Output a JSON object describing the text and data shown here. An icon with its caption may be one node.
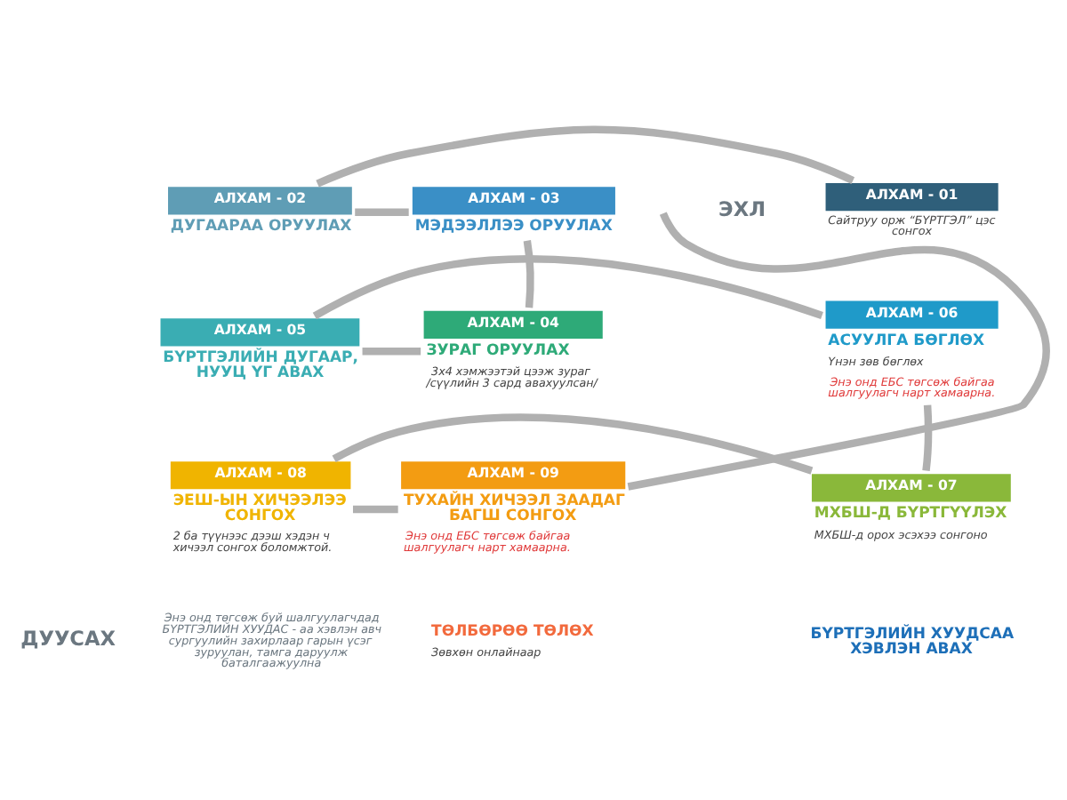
{
  "diagram": {
    "nodes": [
      {
        "text": [
          "АЛХАМ - 01",
          "Сайтруу орж “БҮРТГЭЛ” цэс сонгох"
        ]
      },
      {
        "text": [
          "АЛХАМ - 02",
          "ДУГААРАА ОРУУЛАХ"
        ]
      },
      {
        "text": [
          "АЛХАМ - 03",
          "МЭДЭЭЛЛЭЭ ОРУУЛАХ"
        ]
      },
      {
        "text": [
          "АЛХАМ - 04",
          "ЗУРАГ ОРУУЛАХ",
          "3х4 хэмжээтэй цээж зураг /сүүлийн 3 сард авахуулсан/"
        ]
      },
      {
        "text": [
          "АЛХАМ - 05",
          "БҮРТГЭЛИЙН ДУГААР, НУУЦ ҮГ АВАХ"
        ]
      },
      {
        "text": [
          "АЛХАМ - 06",
          "АСУУЛГА БӨГЛӨХ",
          "Үнэн зөв бөглөх",
          "Энэ онд ЕБС төгсөж байгаа шалгуулагч нарт хамаарна."
        ]
      },
      {
        "text": [
          "АЛХАМ - 07",
          "МХБШ-Д БҮРТГҮҮЛЭХ",
          "МХБШ-д орох эсэхээ сонгоно"
        ]
      },
      {
        "text": [
          "АЛХАМ - 08",
          "ЭЕШ-ЫН ХИЧЭЭЛЭЭ СОНГОХ",
          "2 ба түүнээс дээш хэдэн ч хичээл сонгох боломжтой."
        ]
      },
      {
        "text": [
          "АЛХАМ - 09",
          "ТУХАЙН ХИЧЭЭЛ ЗААДАГ БАГШ СОНГОХ",
          "Энэ онд ЕБС төгсөж байгаа шалгуулагч нарт хамаарна."
        ]
      },
      {
        "text": [
          "БҮРТГЭЛИЙН ХУУДСАА ХЭВЛЭН АВАХ"
        ]
      },
      {
        "text": [
          "ТӨЛБӨРӨӨ ТӨЛӨХ",
          "Зөвхөн онлайнаар"
        ]
      }
    ],
    "edges": [
      {
        "from": 0,
        "to": 1,
        "arrow": "none"
      },
      {
        "from": 1,
        "to": 2,
        "arrow": "none"
      },
      {
        "from": 2,
        "to": 3,
        "arrow": "none"
      },
      {
        "from": 3,
        "to": 4,
        "arrow": "none"
      },
      {
        "from": 4,
        "to": 5,
        "arrow": "none"
      },
      {
        "from": 5,
        "to": 6,
        "arrow": "none"
      },
      {
        "from": 6,
        "to": 7,
        "arrow": "none"
      },
      {
        "from": 7,
        "to": 8,
        "arrow": "none"
      },
      {
        "from": 8,
        "to": null,
        "arrow": "none"
      }
    ],
    "labels": [
      "ЭХЛ",
      "ДУУСАХ",
      "Энэ онд төгсөж буй шалгуулагчдад БҮРТГЭЛИЙН ХУУДАС - аа хэвлэн авч сургуулийн захирлаар гарын үсэг зуруулан, тамга даруулж баталгаажуулна"
    ]
  }
}
